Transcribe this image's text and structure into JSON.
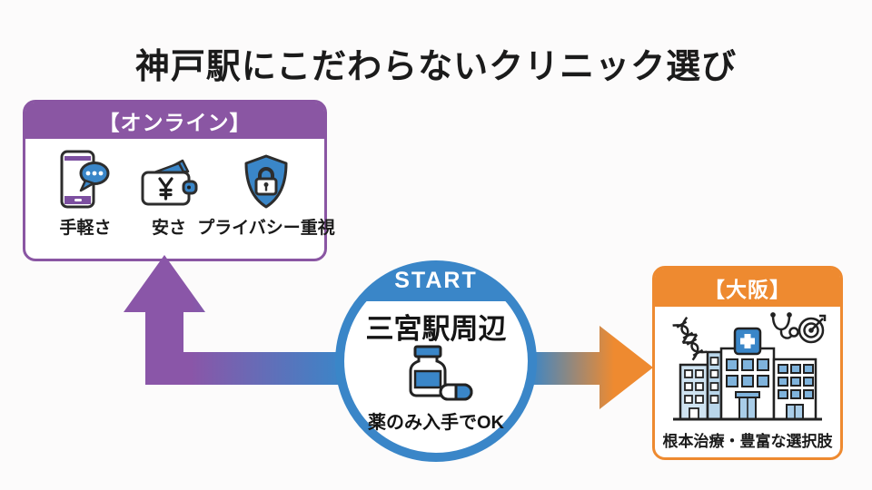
{
  "background_color": "#fcfbfb",
  "title": "神戸駅にこだわらないクリニック選び",
  "online_box": {
    "header": "【オンライン】",
    "accent_color": "#8a56a3",
    "items": [
      {
        "label": "手軽さ",
        "icon": "smartphone-chat-icon"
      },
      {
        "label": "安さ",
        "icon": "wallet-yen-icon"
      },
      {
        "label": "プライバシー重視",
        "icon": "shield-lock-icon"
      }
    ]
  },
  "start_circle": {
    "badge": "START",
    "location": "三宮駅周辺",
    "caption": "薬のみ入手でOK",
    "icon": "medicine-bottle-capsule-icon",
    "accent_color": "#3a86c8"
  },
  "osaka_box": {
    "header": "【大阪】",
    "caption": "根本治療・豊富な選択肢",
    "icons": [
      "dna-icon",
      "hospital-icon",
      "stethoscope-icon",
      "target-icon"
    ],
    "accent_color": "#ee8a30"
  },
  "arrows": {
    "to_online": {
      "start_color": "#8a56a8",
      "end_color": "#3a86c8"
    },
    "to_osaka": {
      "start_color": "#3a86c8",
      "end_color": "#ee8a30"
    }
  }
}
